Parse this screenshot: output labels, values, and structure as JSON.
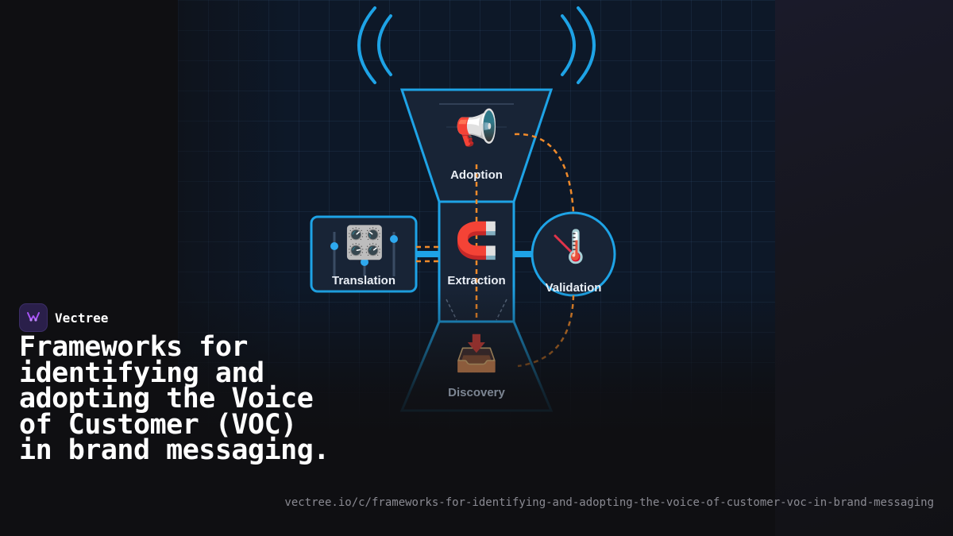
{
  "brand": {
    "name": "Vectree"
  },
  "headline": "Frameworks for identifying and adopting the Voice of Customer (VOC) in brand messaging.",
  "url": "vectree.io/c/frameworks-for-identifying-and-adopting-the-voice-of-customer-voc-in-brand-messaging",
  "diagram": {
    "nodes": {
      "adoption": {
        "label": "Adoption",
        "icon": "megaphone-icon",
        "glyph": "📢"
      },
      "extraction": {
        "label": "Extraction",
        "icon": "magnet-icon",
        "glyph": "🧲"
      },
      "translation": {
        "label": "Translation",
        "icon": "control-knobs-icon",
        "glyph": "🎛️"
      },
      "validation": {
        "label": "Validation",
        "icon": "thermometer-icon",
        "glyph": "🌡️"
      },
      "discovery": {
        "label": "Discovery",
        "icon": "inbox-tray-icon",
        "glyph": "📥"
      }
    }
  },
  "colors": {
    "accent_blue": "#1ea3e6",
    "flow_orange": "#f08a2a",
    "brand_purple": "#a855f7",
    "background": "#0f0f12"
  }
}
